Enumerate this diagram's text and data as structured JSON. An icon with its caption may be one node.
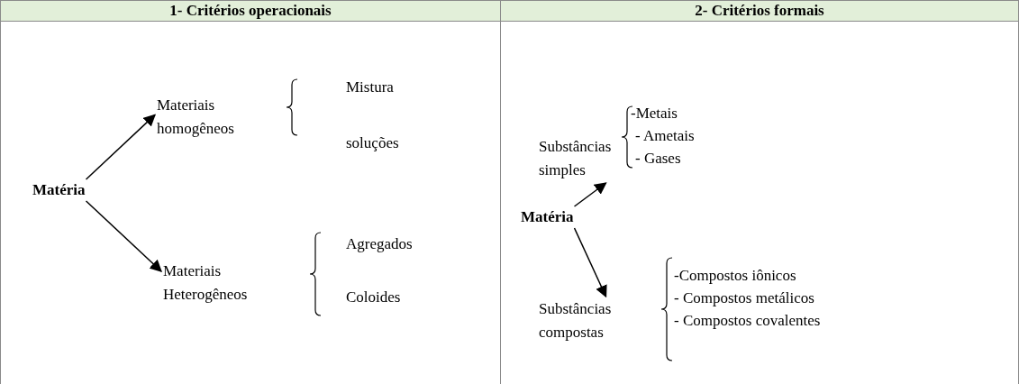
{
  "diagram": {
    "nodes": [
      {
        "text": [
          "1- Critérios operacionais"
        ]
      },
      {
        "text": [
          "Matéria"
        ]
      },
      {
        "text": [
          "Materiais homogêneos"
        ]
      },
      {
        "text": [
          "Materiais Heterogêneos"
        ]
      },
      {
        "text": [
          "2- Critérios formais"
        ]
      },
      {
        "text": [
          "Matéria"
        ]
      },
      {
        "text": [
          "Substâncias simples"
        ]
      },
      {
        "text": [
          "Substâncias compostas"
        ]
      }
    ],
    "edges": [
      {
        "from": 1,
        "to": 2,
        "arrow": "to"
      },
      {
        "from": 1,
        "to": 3,
        "arrow": "to"
      },
      {
        "from": 5,
        "to": 6,
        "arrow": "to"
      },
      {
        "from": 5,
        "to": 7,
        "arrow": "to"
      }
    ],
    "labels": [
      "Mistura",
      "soluções",
      "Agregados",
      "Coloides",
      "-Metais",
      "- Ametais",
      "- Gases",
      "-Compostos iônicos",
      "- Compostos metálicos",
      "- Compostos covalentes"
    ]
  }
}
